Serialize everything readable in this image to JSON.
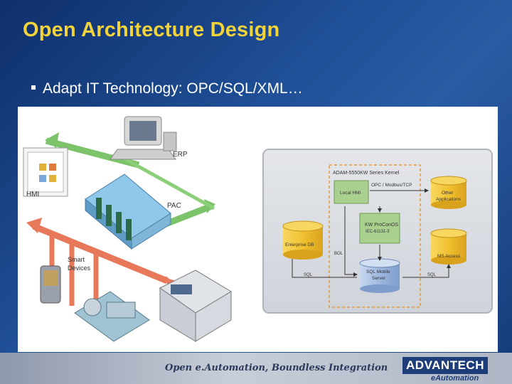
{
  "slide": {
    "title": "Open Architecture Design",
    "bullet": "Adapt IT Technology: OPC/SQL/XML…"
  },
  "diagram": {
    "left_labels": {
      "erp": "ERP",
      "hmi": "HMI",
      "pac": "PAC",
      "smart_devices_line1": "Smart",
      "smart_devices_line2": "Devices"
    },
    "kernel_title": "ADAM-5550KW Series Kernel",
    "protocols": "OPC / Modbus/TCP",
    "local_hmi": "Local HMI",
    "other_apps_line1": "Other",
    "other_apps_line2": "Applications",
    "kw_line1": "KW ProConOS",
    "kw_line2": "IEC-61131-3",
    "enterprise_db": "Enterprise DB",
    "ms_access": "MS Access",
    "sql_server_line1": "SQL Mobile",
    "sql_server_line2": "Server",
    "sql_left": "SQL",
    "sql_right": "SQL",
    "bol": "BOL"
  },
  "footer": {
    "tagline": "Open e.Automation, Boundless Integration",
    "brand": "ADVANTECH",
    "brand_sub": "eAutomation"
  },
  "colors": {
    "title": "#f2d33a",
    "arrow_green": "#7cc36a",
    "arrow_orange": "#e8785a",
    "cylinder_gold": "#f0c030",
    "kernel_dash": "#e69a3a",
    "brand_blue": "#1e3e7a"
  }
}
